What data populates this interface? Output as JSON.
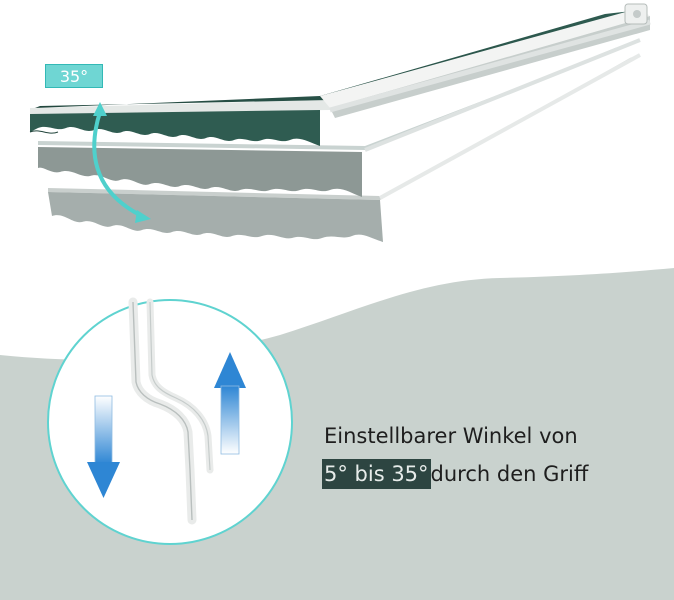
{
  "badge": {
    "angle": "35°"
  },
  "caption": {
    "line1": "Einstellbarer Winkel von",
    "range": "5° bis 35°",
    "rest": "durch den Griff"
  },
  "colors": {
    "awning": "#2f5c51",
    "awning_dark": "#22453c",
    "accent": "#4fd0cc",
    "background_wave": "#c9d2ce",
    "arrow_blue": "#2e86d4",
    "highlight_box": "#2d4541"
  },
  "icons": {
    "tilt_arrow": "curved-double-arrow-icon",
    "down_arrow": "arrow-down-icon",
    "up_arrow": "arrow-up-icon"
  }
}
